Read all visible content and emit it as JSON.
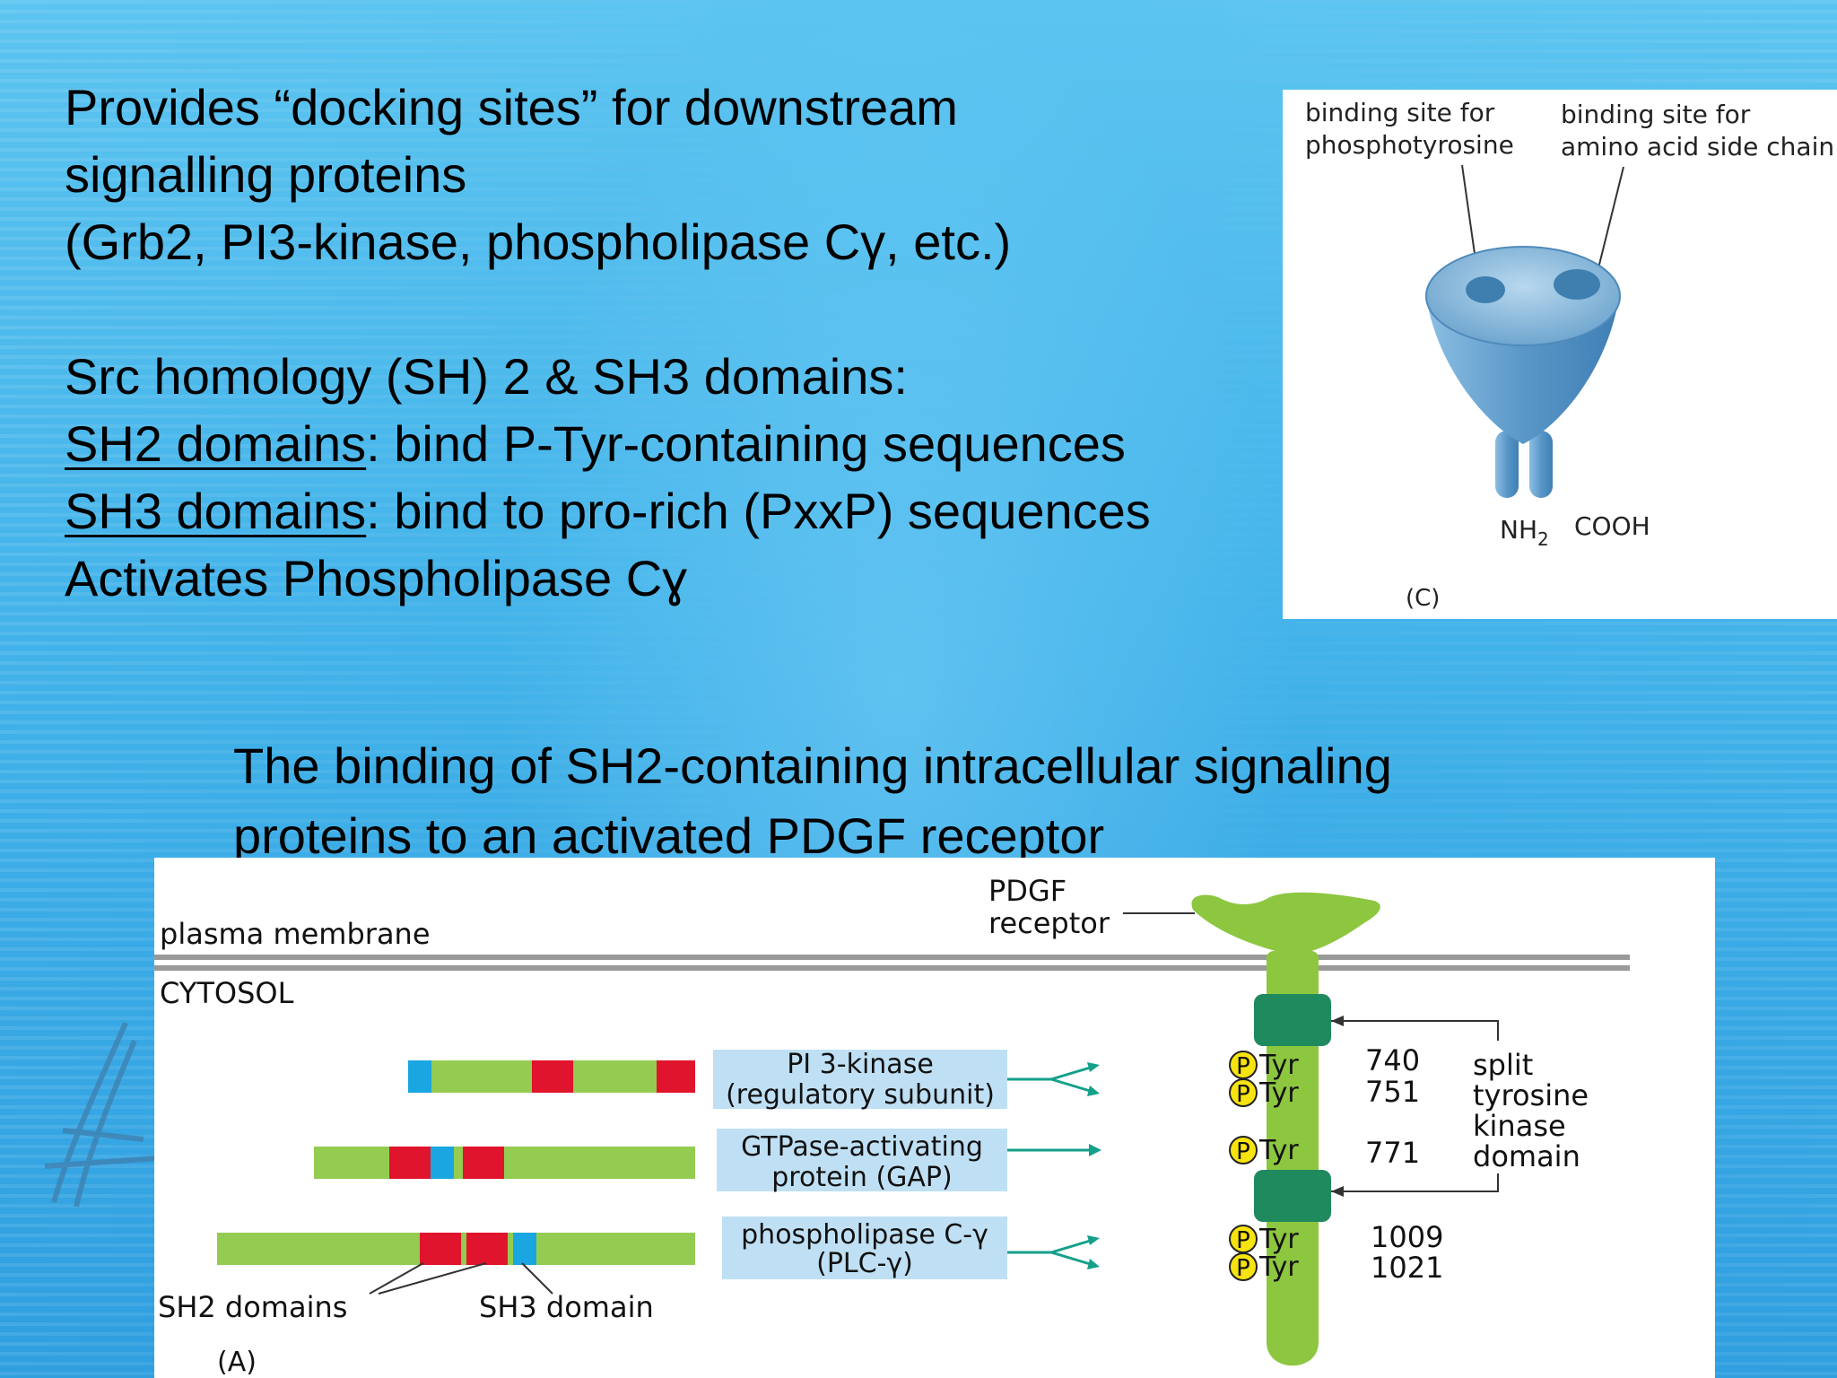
{
  "slide": {
    "intro_lines": [
      "Provides “docking sites” for downstream",
      "signalling proteins",
      "(Grb2, PI3-kinase, phospholipase Cγ, etc.)"
    ],
    "src_heading": "Src homology (SH) 2 & SH3 domains:",
    "sh2": {
      "term": "SH2 domains",
      "rest": ": bind P-Tyr-containing sequences"
    },
    "sh3": {
      "term": "SH3 domains",
      "rest": ": bind to pro-rich (PxxP) sequences"
    },
    "activates": "Activates Phospholipase Cɣ",
    "caption_lines": [
      "The binding of SH2-containing intracellular signaling",
      "proteins to an activated PDGF receptor"
    ]
  },
  "figure_c": {
    "label_left_1": "binding site for",
    "label_left_2": "phosphotyrosine",
    "label_right_1": "binding site for",
    "label_right_2": "amino acid side chain",
    "nh2": "NH",
    "nh2_sub": "2",
    "cooh": "COOH",
    "panel_label": "(C)"
  },
  "figure_a": {
    "plasma_membrane": "plasma membrane",
    "cytosol": "CYTOSOL",
    "pdgf_1": "PDGF",
    "pdgf_2": "receptor",
    "proteins": [
      {
        "line1": "PI 3-kinase",
        "line2": "(regulatory subunit)"
      },
      {
        "line1": "GTPase-activating",
        "line2": "protein (GAP)"
      },
      {
        "line1": "phospholipase C-γ",
        "line2": "(PLC-γ)"
      }
    ],
    "p_label": "P",
    "tyr_label": "Tyr",
    "residues": [
      "740",
      "751",
      "771",
      "1009",
      "1021"
    ],
    "split_lines": [
      "split",
      "tyrosine",
      "kinase",
      "domain"
    ],
    "sh2_domains": "SH2 domains",
    "sh3_domain": "SH3 domain",
    "panel_label": "(A)",
    "colors": {
      "domain_green": "#94cc52",
      "sh2_red": "#e0142c",
      "sh3_blue": "#1aa6e0",
      "receptor_green": "#8dc63f",
      "kinase_dark": "#1f8a5e",
      "label_box": "#bfe0f4",
      "arrow_teal": "#14a08a",
      "phospho_yellow": "#f6e30f"
    }
  }
}
